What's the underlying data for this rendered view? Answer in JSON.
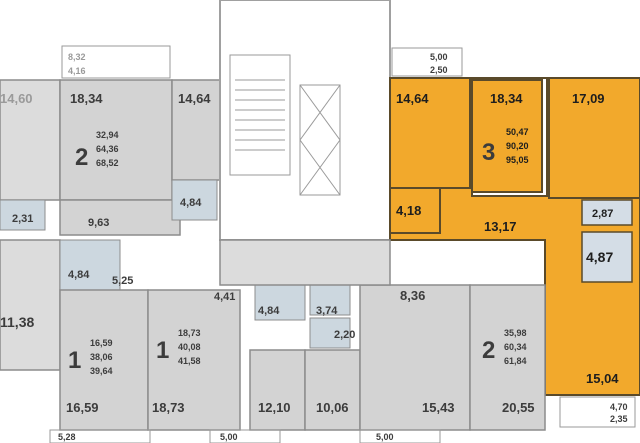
{
  "rooms": [
    {
      "id": "r1",
      "label": "14,60",
      "style": "faded"
    },
    {
      "id": "r2",
      "label": "18,34",
      "style": "grey"
    },
    {
      "id": "r3",
      "label": "14,64",
      "style": "grey"
    },
    {
      "id": "r4",
      "label": "9,63",
      "style": "grey"
    },
    {
      "id": "r5",
      "label": "2,31",
      "style": "grey"
    },
    {
      "id": "r6",
      "label": "4,84",
      "style": "grey"
    },
    {
      "id": "r7",
      "label": "4,84",
      "style": "grey"
    },
    {
      "id": "r8",
      "label": "11,38",
      "style": "grey"
    },
    {
      "id": "r9",
      "label": "5,25",
      "style": "grey"
    },
    {
      "id": "r10",
      "label": "16,59",
      "style": "grey"
    },
    {
      "id": "r11",
      "label": "18,73",
      "style": "grey"
    },
    {
      "id": "r12",
      "label": "4,41",
      "style": "grey"
    },
    {
      "id": "r13",
      "label": "4,84",
      "style": "grey"
    },
    {
      "id": "r14",
      "label": "3,74",
      "style": "grey"
    },
    {
      "id": "r15",
      "label": "2,20",
      "style": "grey"
    },
    {
      "id": "r16",
      "label": "12,10",
      "style": "grey"
    },
    {
      "id": "r17",
      "label": "10,06",
      "style": "grey"
    },
    {
      "id": "r18",
      "label": "8,36",
      "style": "grey"
    },
    {
      "id": "r19",
      "label": "15,43",
      "style": "grey"
    },
    {
      "id": "r20",
      "label": "20,55",
      "style": "grey"
    },
    {
      "id": "r21",
      "label": "14,64",
      "style": "orange"
    },
    {
      "id": "r22",
      "label": "18,34",
      "style": "orange"
    },
    {
      "id": "r23",
      "label": "17,09",
      "style": "orange"
    },
    {
      "id": "r24",
      "label": "4,18",
      "style": "orange"
    },
    {
      "id": "r25",
      "label": "13,17",
      "style": "orange"
    },
    {
      "id": "r26",
      "label": "2,87",
      "style": "orange"
    },
    {
      "id": "r27",
      "label": "4,87",
      "style": "orange"
    },
    {
      "id": "r28",
      "label": "15,04",
      "style": "orange"
    }
  ],
  "balconies": [
    {
      "id": "b1",
      "top": "8,32",
      "bottom": "4,16"
    },
    {
      "id": "b2",
      "top": "5,00",
      "bottom": "2,50"
    },
    {
      "id": "b3",
      "top": "4,70",
      "bottom": "2,35"
    },
    {
      "id": "b4",
      "top": "5,28",
      "bottom": ""
    },
    {
      "id": "b5",
      "top": "5,00",
      "bottom": ""
    },
    {
      "id": "b6",
      "top": "5,00",
      "bottom": ""
    }
  ],
  "apartments": [
    {
      "id": "apt-2-left",
      "rooms": "2",
      "areas": [
        "32,94",
        "64,36",
        "68,52"
      ]
    },
    {
      "id": "apt-3",
      "rooms": "3",
      "areas": [
        "50,47",
        "90,20",
        "95,05"
      ]
    },
    {
      "id": "apt-1a",
      "rooms": "1",
      "areas": [
        "16,59",
        "38,06",
        "39,64"
      ]
    },
    {
      "id": "apt-1b",
      "rooms": "1",
      "areas": [
        "18,73",
        "40,08",
        "41,58"
      ]
    },
    {
      "id": "apt-2-right",
      "rooms": "2",
      "areas": [
        "35,98",
        "60,34",
        "61,84"
      ]
    }
  ],
  "colors": {
    "highlight": "#f2a92c",
    "room": "#d3d3d3",
    "bathroom": "#ccd7df",
    "wall": "#8c8c8c"
  }
}
